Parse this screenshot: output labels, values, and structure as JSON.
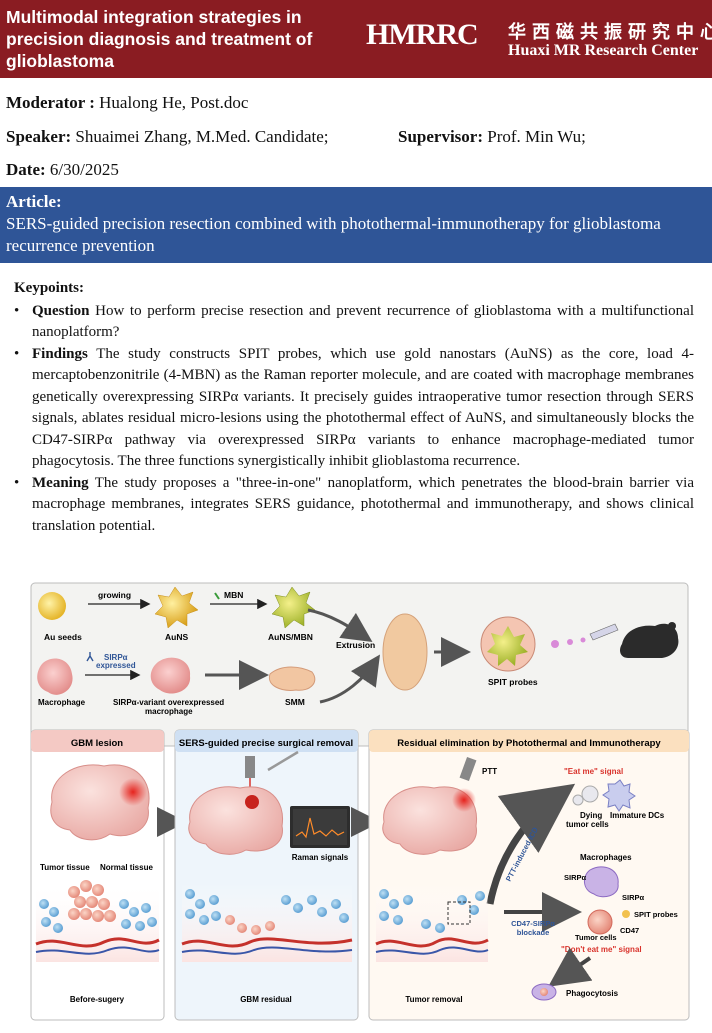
{
  "header": {
    "title": "Multimodal integration strategies in precision diagnosis and treatment of glioblastoma",
    "logo_mark": "HMRRC",
    "logo_cn": "华西磁共振研究中心",
    "logo_en": "Huaxi MR Research Center"
  },
  "meta": {
    "moderator_label": "Moderator :",
    "moderator_value": "Hualong He, Post.doc",
    "speaker_label": "Speaker:",
    "speaker_value": "Shuaimei Zhang, M.Med. Candidate;",
    "supervisor_label": "Supervisor:",
    "supervisor_value": "Prof. Min Wu;",
    "date_label": "Date:",
    "date_value": "6/30/2025"
  },
  "article": {
    "label": "Article:",
    "title": "SERS-guided precision resection combined with photothermal-immunotherapy for glioblastoma recurrence prevention"
  },
  "keypoints": {
    "heading": "Keypoints:",
    "items": [
      {
        "term": "Question",
        "text": " How to perform precise resection and prevent recurrence of glioblastoma with a multifunctional nanoplatform?"
      },
      {
        "term": "Findings",
        "text": " The study constructs SPIT probes, which use gold nanostars (AuNS) as the core, load 4-mercaptobenzonitrile (4-MBN) as the Raman reporter molecule, and are coated with macrophage membranes genetically overexpressing SIRPα variants. It precisely guides intraoperative tumor resection through SERS signals, ablates residual micro-lesions using the photothermal effect of AuNS, and simultaneously blocks the CD47-SIRPα pathway via overexpressed SIRPα variants to enhance macrophage-mediated tumor phagocytosis. The three functions synergistically inhibit glioblastoma recurrence."
      },
      {
        "term": "Meaning",
        "text": " The study proposes a \"three-in-one\" nanoplatform, which penetrates the blood-brain barrier via macrophage membranes, integrates SERS guidance, photothermal and immunotherapy, and shows clinical translation potential."
      }
    ]
  },
  "figure": {
    "top": {
      "growing": "growing",
      "mbn": "MBN",
      "au_seeds": "Au seeds",
      "auns": "AuNS",
      "auns_mbn": "AuNS/MBN",
      "extrusion": "Extrusion",
      "sirpa_expressed_1": "SIRPα",
      "sirpa_expressed_2": "expressed",
      "macrophage": "Macrophage",
      "sirpa_variant_1": "SIRPα-variant overexpressed",
      "sirpa_variant_2": "macrophage",
      "smm": "SMM",
      "spit_probes": "SPIT probes"
    },
    "panel1": {
      "title": "GBM lesion",
      "tumor_tissue": "Tumor tissue",
      "normal_tissue": "Normal tissue",
      "caption": "Before-sugery"
    },
    "panel2": {
      "title": "SERS-guided precise surgical removal",
      "raman": "Raman signals",
      "caption": "GBM residual"
    },
    "panel3": {
      "title": "Residual elimination by Photothermal and Immunotherapy",
      "ptt": "PTT",
      "eat_me": "\"Eat me\" signal",
      "dying_1": "Dying",
      "dying_2": "tumor cells",
      "immature_dcs": "Immature DCs",
      "ptt_icd": "PTT-induced ICD",
      "macrophages": "Macrophages",
      "sirpa_a": "SIRPα",
      "sirpa_b": "SIRPα",
      "spit_probes": "SPIT probes",
      "cd47": "CD47",
      "tumor_cells": "Tumor cells",
      "blockade_1": "CD47-SIRPα",
      "blockade_2": "blockade",
      "dont_eat_me": "\"Don't eat me\" signal",
      "caption": "Tumor removal",
      "phagocytosis": "Phagocytosis"
    }
  },
  "colors": {
    "header_bg": "#8a1c22",
    "article_bg": "#2f5597",
    "panel1_title_bg": "#f4c9c4",
    "panel2_title_bg": "#cfe0f3",
    "panel3_title_bg": "#fbe0bf",
    "accent_red": "#d9332c"
  }
}
